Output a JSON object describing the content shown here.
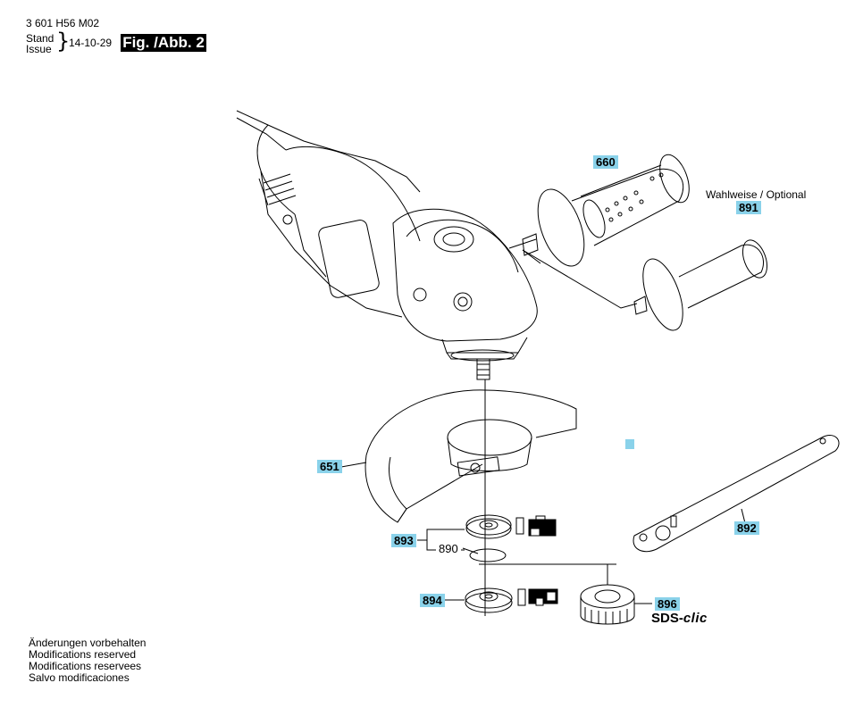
{
  "header": {
    "doc_number": "3 601 H56 M02",
    "stand_label": "Stand",
    "issue_label": "Issue",
    "brace": "}",
    "date": "14-10-29",
    "figure_label": "Fig. /Abb. 2"
  },
  "parts": {
    "p660": "660",
    "p891": "891",
    "p651": "651",
    "p893": "893",
    "p890": "890",
    "p894": "894",
    "p896": "896",
    "p892": "892"
  },
  "labels": {
    "optional": "Wahlweise / Optional",
    "sds_prefix": "SDS-",
    "sds_suffix": "clic"
  },
  "footer": {
    "notes": [
      "Änderungen vorbehalten",
      "Modifications reserved",
      "Modifications reservees",
      "Salvo modificaciones"
    ]
  },
  "colors": {
    "callout_bg": "#8ad2ea",
    "line": "#000000"
  }
}
